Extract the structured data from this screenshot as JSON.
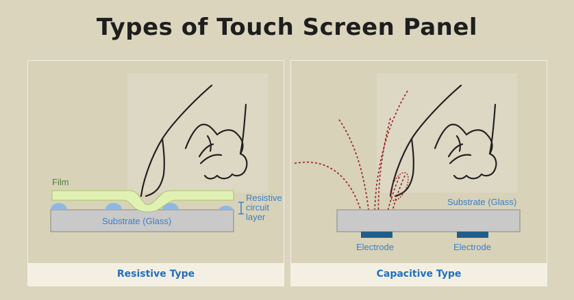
{
  "title": "Types of Touch Screen Panel",
  "resistive": {
    "caption": "Resistive Type",
    "film_label": "Film",
    "substrate_label": "Substrate (Glass)",
    "circuit_label": [
      "Resistive",
      "circuit",
      "layer"
    ]
  },
  "capacitive": {
    "caption": "Capacitive Type",
    "substrate_label": "Substrate (Glass)",
    "electrode_left": "Electrode",
    "electrode_right": "Electrode"
  },
  "colors": {
    "film": "#e1f1b4",
    "substrate": "#c9c9c9",
    "dot": "#8db8e2",
    "label_blue": "#3b7ec6",
    "field": "#9e2b2b",
    "electrode": "#1f5e8a"
  }
}
